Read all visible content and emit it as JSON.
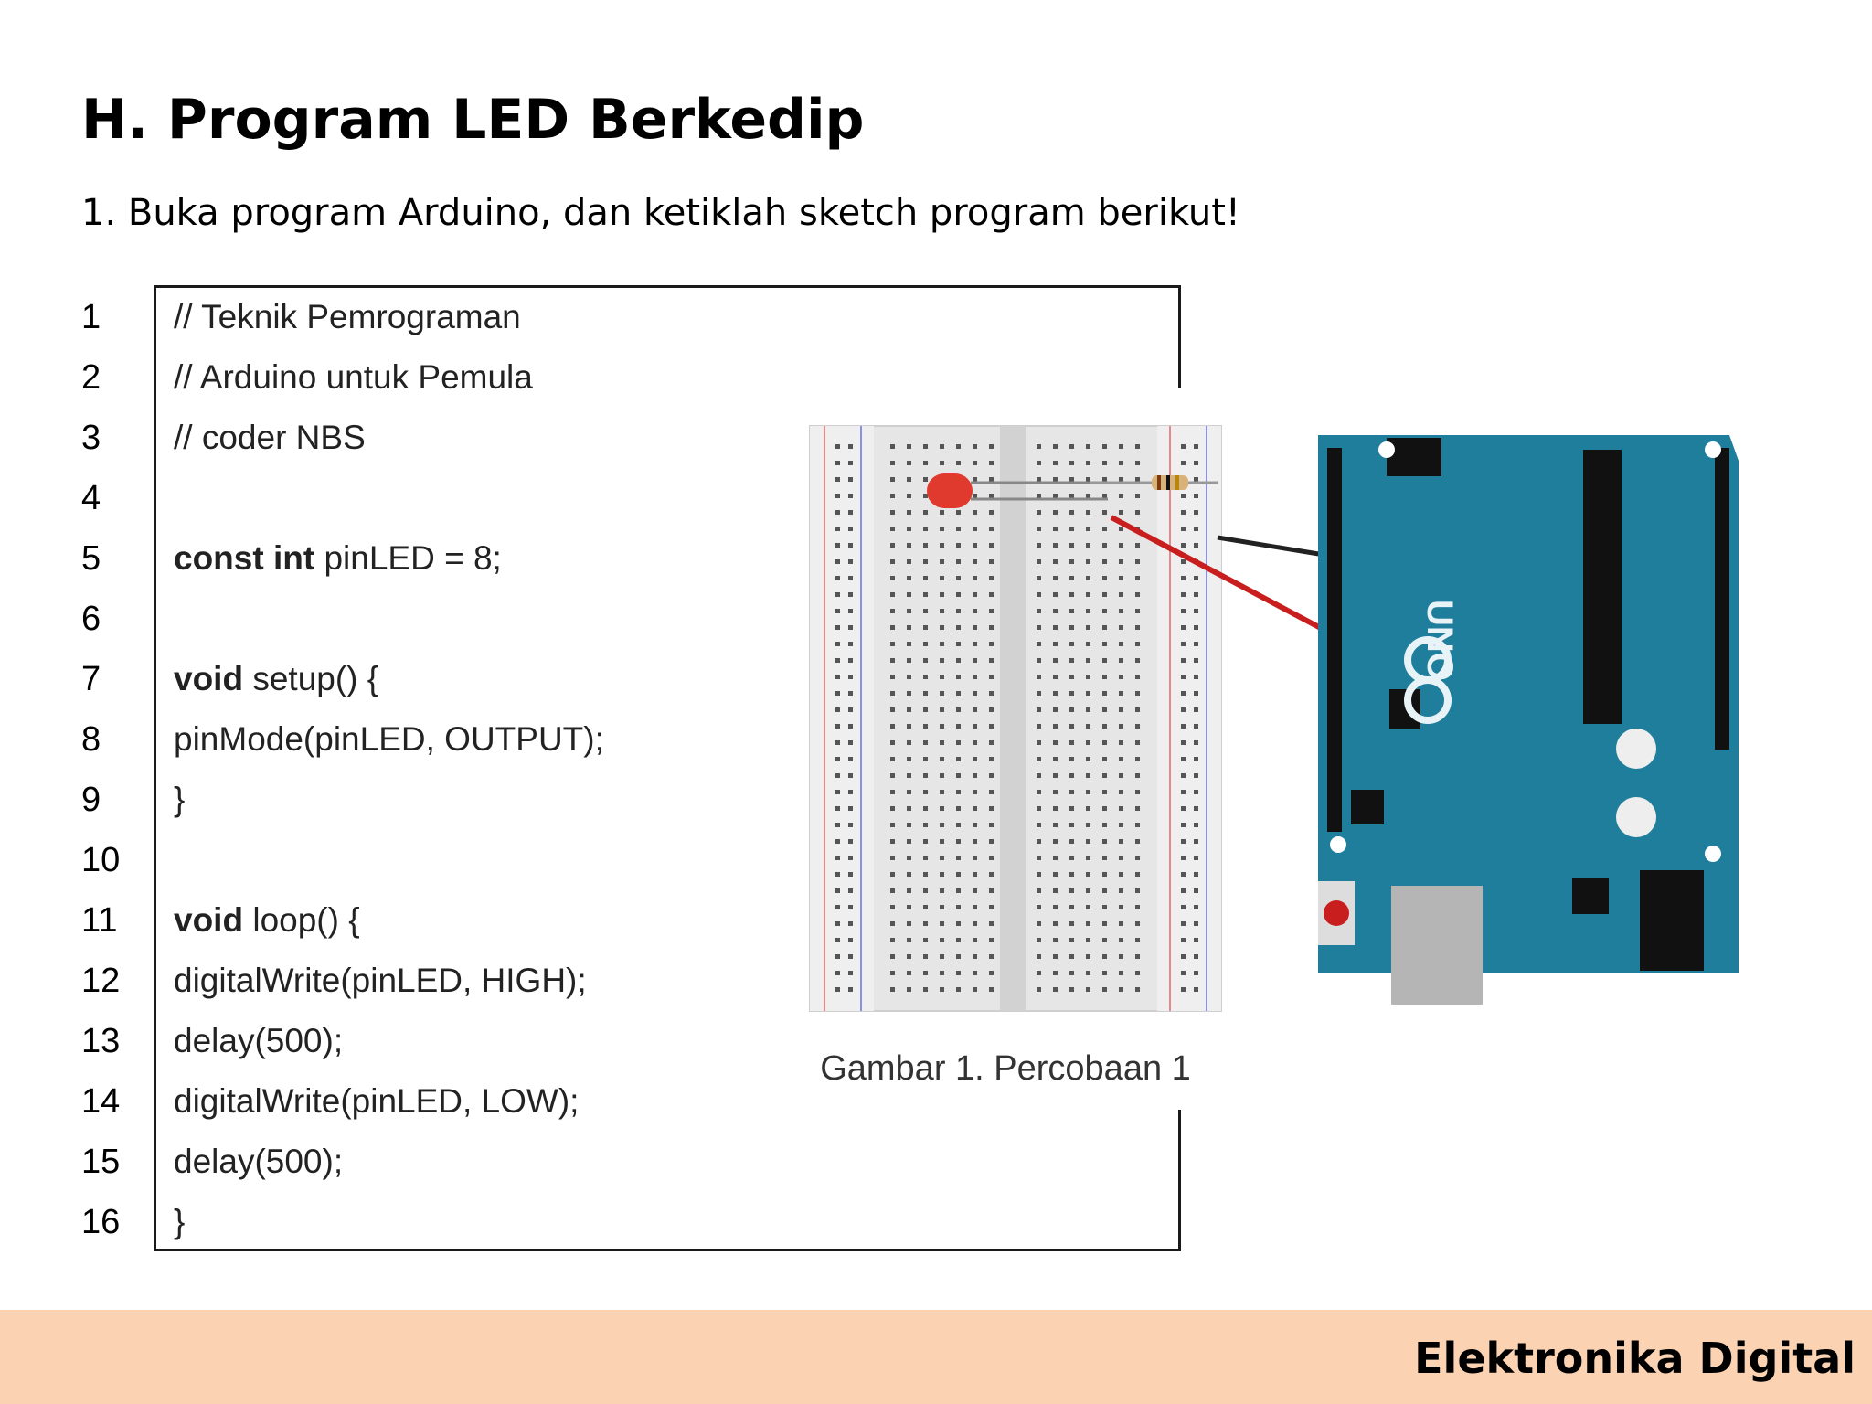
{
  "slide": {
    "title": "H. Program LED Berkedip",
    "instruction": "1. Buka program Arduino, dan ketiklah sketch program berikut!",
    "footer": "Elektronika Digital"
  },
  "code": {
    "line_numbers": [
      "1",
      "2",
      "3",
      "4",
      "5",
      "6",
      "7",
      "8",
      "9",
      "10",
      "11",
      "12",
      "13",
      "14",
      "15",
      "16"
    ],
    "lines": [
      {
        "keyword": "",
        "text": "// Teknik Pemrograman"
      },
      {
        "keyword": "",
        "text": "// Arduino untuk Pemula"
      },
      {
        "keyword": "",
        "text": "// coder NBS"
      },
      {
        "keyword": "",
        "text": ""
      },
      {
        "keyword": "const int",
        "text": " pinLED = 8;"
      },
      {
        "keyword": "",
        "text": ""
      },
      {
        "keyword": "void",
        "text": " setup() {"
      },
      {
        "keyword": "",
        "text": "pinMode(pinLED, OUTPUT);"
      },
      {
        "keyword": "",
        "text": "}"
      },
      {
        "keyword": "",
        "text": ""
      },
      {
        "keyword": "void",
        "text": " loop() {"
      },
      {
        "keyword": "",
        "text": "digitalWrite(pinLED, HIGH);"
      },
      {
        "keyword": "",
        "text": "delay(500);"
      },
      {
        "keyword": "",
        "text": "digitalWrite(pinLED, LOW);"
      },
      {
        "keyword": "",
        "text": "delay(500);"
      },
      {
        "keyword": "",
        "text": "}"
      }
    ]
  },
  "figure": {
    "caption": "Gambar 1. Percobaan 1",
    "board_label": "UNO",
    "colors": {
      "board": "#1f7e9c",
      "breadboard": "#e6e6e6",
      "led": "#e03a2f",
      "wire_signal": "#c81e1e",
      "wire_ground": "#222222"
    }
  }
}
